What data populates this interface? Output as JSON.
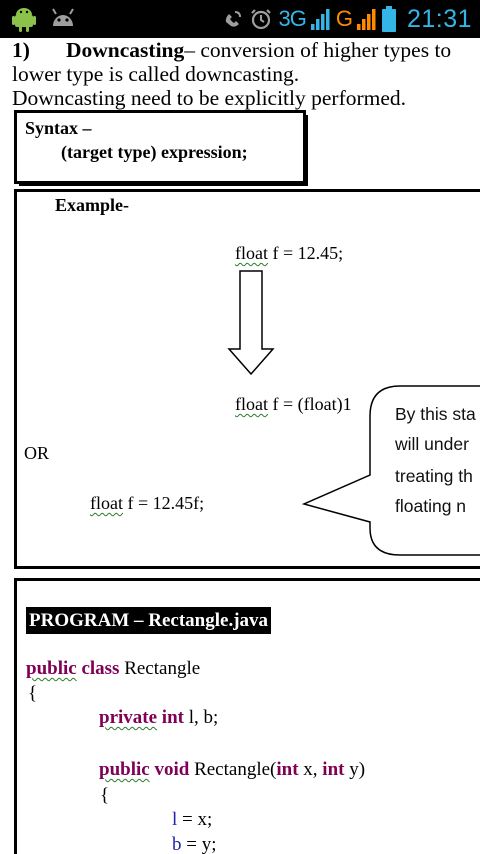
{
  "status_bar": {
    "left_icons": [
      "android-icon",
      "android-debug-icon"
    ],
    "right_icons": [
      "phone-vibrate-icon",
      "alarm-icon",
      "signal-icon",
      "battery-icon"
    ],
    "network_1": "3G",
    "network_2": "G",
    "time": "21:31",
    "accent_color": "#33b5e5"
  },
  "document": {
    "number": "1)",
    "term": "Downcasting",
    "definition_rest": "– conversion of higher types to lower type is called downcasting.",
    "line2": "Downcasting need to be explicitly performed."
  },
  "syntax_box": {
    "label": "Syntax –",
    "expression": "(target type) expression;"
  },
  "example_box": {
    "label": "Example-",
    "line1_kw": "float",
    "line1_rest": " f = 12.45;",
    "line2_kw": "float",
    "line2_rest": " f = (float)1",
    "or": "OR",
    "line3_kw": "float",
    "line3_rest": " f = 12.45f;",
    "callout": [
      "By this sta",
      "will under",
      "treating th",
      "floating n"
    ]
  },
  "program": {
    "title": "PROGRAM – Rectangle.java",
    "class_kw1": "public",
    "class_kw2": "class",
    "class_name": "Rectangle",
    "open_brace": "{",
    "field_kw1": "private",
    "field_kw2": "int",
    "field_vars": "l, b;",
    "ctor_kw1": "public",
    "ctor_kw2": "void",
    "ctor_name": "Rectangle(",
    "ctor_param_kw1": "int",
    "ctor_param1": " x, ",
    "ctor_param_kw2": "int",
    "ctor_param2": " y)",
    "ctor_open": "{",
    "assign1_var": "l",
    "assign1_rest": " = x;",
    "assign2_var": "b",
    "assign2_rest": " = y;"
  }
}
